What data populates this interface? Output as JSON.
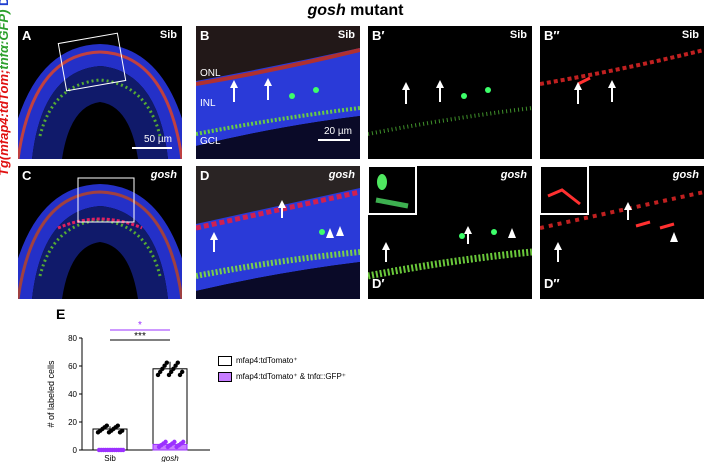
{
  "title_main": "gosh",
  "title_suffix": " mutant",
  "side_label": {
    "part1": "Tg(mfap4:tdTom;",
    "part2": "tnfα:GFP)",
    "part3": " DAPI"
  },
  "panels": {
    "A": {
      "label": "A",
      "condition": "Sib",
      "scale": "50 µm"
    },
    "B": {
      "label": "B",
      "condition": "Sib",
      "layer_onl": "ONL",
      "layer_inl": "INL",
      "layer_gcl": "GCL",
      "scale": "20 µm"
    },
    "B1": {
      "label": "B′",
      "condition": "Sib"
    },
    "B2": {
      "label": "B″",
      "condition": "Sib"
    },
    "C": {
      "label": "C",
      "condition": "gosh"
    },
    "D": {
      "label": "D",
      "condition": "gosh"
    },
    "D1": {
      "label": "D′",
      "condition": "gosh"
    },
    "D2": {
      "label": "D″",
      "condition": "gosh"
    }
  },
  "chart_label": "E",
  "chart_data": {
    "type": "bar",
    "categories": [
      "Sib",
      "gosh"
    ],
    "ylabel": "# of labeled cells",
    "ylim": [
      0,
      80
    ],
    "yticks": [
      "0",
      "20",
      "40",
      "60",
      "80"
    ],
    "series": [
      {
        "name": "mfap4:tdTomato⁺",
        "values": [
          15,
          58
        ],
        "color": "#ffffff"
      },
      {
        "name": "mfap4:tdTomato⁺ & tnfα::GFP⁺",
        "values": [
          0,
          4
        ],
        "color": "#c77dff"
      }
    ],
    "significance": [
      {
        "label": "*",
        "color": "#9b30ff"
      },
      {
        "label": "***",
        "color": "#000000"
      }
    ]
  }
}
